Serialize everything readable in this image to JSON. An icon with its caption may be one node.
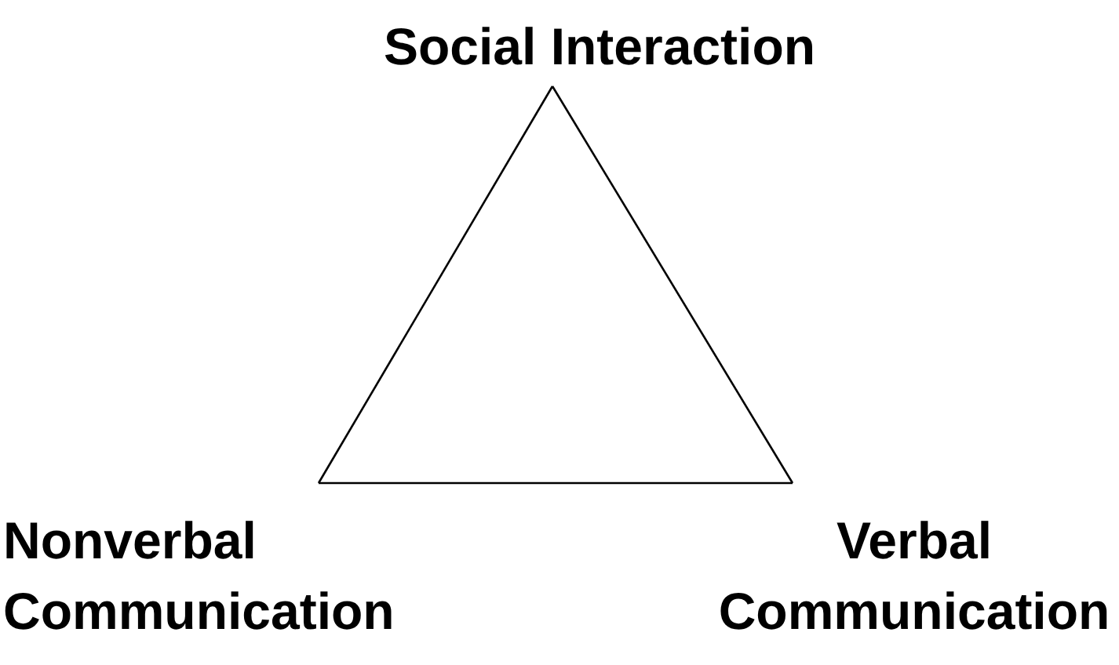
{
  "diagram": {
    "nodes": [
      {
        "text": [
          "Social Interaction"
        ]
      },
      {
        "text": [
          "Nonverbal Communication"
        ]
      },
      {
        "text": [
          "Verbal Communication"
        ]
      }
    ],
    "edges": [
      {
        "from": 0,
        "to": 1,
        "arrow": "none"
      },
      {
        "from": 0,
        "to": 2,
        "arrow": "none"
      },
      {
        "from": 1,
        "to": 2,
        "arrow": "none"
      }
    ]
  }
}
